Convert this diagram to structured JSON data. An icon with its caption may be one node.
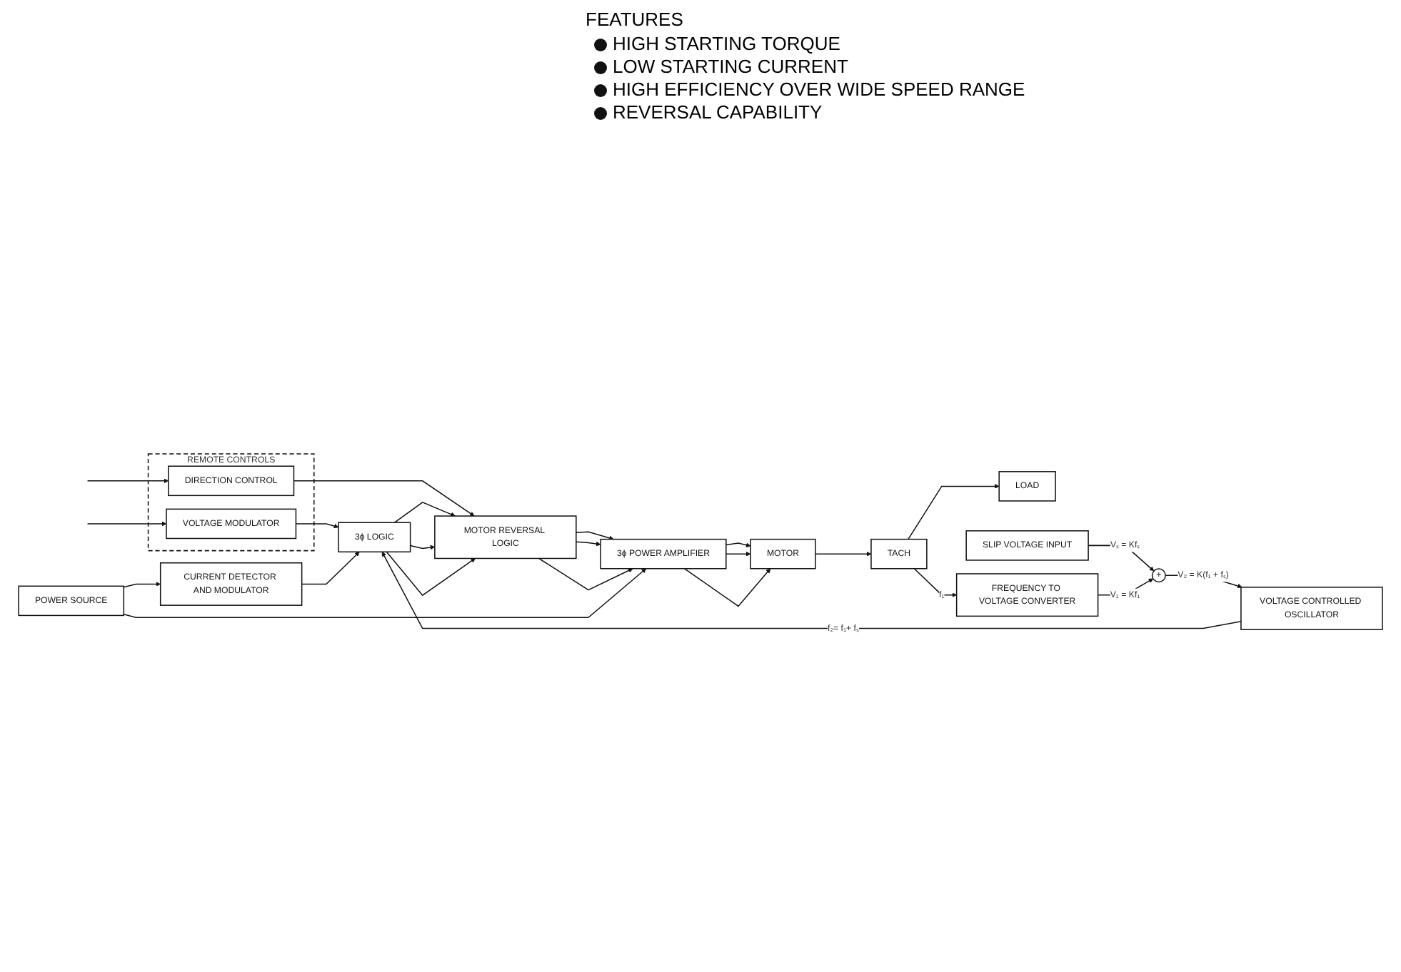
{
  "diagram": {
    "title": "FEATURES",
    "nodes": [
      {
        "text": [
          "REMOTE CONTROLS"
        ]
      },
      {
        "text": [
          "VOLTAGE MODULATOR"
        ],
        "in": 0
      },
      {
        "text": [
          "DIRECTION CONTROL"
        ],
        "in": 0
      },
      {
        "text": [
          "VOLTAGE CONTROLLED OSCILLATOR"
        ]
      },
      {
        "text": [
          "3ϕ LOGIC"
        ]
      },
      {
        "text": [
          "MOTOR REVERSAL LOGIC"
        ]
      },
      {
        "text": [
          "3ϕ POWER AMPLIFIER"
        ]
      },
      {
        "text": [
          "MOTOR"
        ]
      },
      {
        "text": [
          "TACH"
        ]
      },
      {
        "text": [
          "LOAD"
        ]
      },
      {
        "text": [
          "SLIP VOLTAGE INPUT"
        ]
      },
      {
        "text": [
          "+"
        ]
      },
      {
        "text": [
          "CURRENT DETECTOR AND MODULATOR"
        ]
      },
      {
        "text": [
          "POWER SOURCE"
        ]
      },
      {
        "text": [
          "FREQUENCY TO VOLTAGE CONVERTER"
        ]
      }
    ],
    "edges": [
      {
        "from": null,
        "to": 1,
        "arrow": "to"
      },
      {
        "from": null,
        "to": 2,
        "arrow": "to"
      },
      {
        "from": 1,
        "to": 4,
        "arrow": "to"
      },
      {
        "from": 2,
        "to": 5,
        "arrow": "to"
      },
      {
        "from": 3,
        "to": 4,
        "arrow": "to",
        "label": "f₂= f₁+ fₛ"
      },
      {
        "from": 4,
        "to": 5,
        "arrow": "to"
      },
      {
        "from": 4,
        "to": 5,
        "arrow": "to"
      },
      {
        "from": 4,
        "to": 5,
        "arrow": "to"
      },
      {
        "from": 5,
        "to": 6,
        "arrow": "to"
      },
      {
        "from": 5,
        "to": 6,
        "arrow": "to"
      },
      {
        "from": 5,
        "to": 6,
        "arrow": "to"
      },
      {
        "from": 6,
        "to": 7,
        "arrow": "to"
      },
      {
        "from": 6,
        "to": 7,
        "arrow": "to"
      },
      {
        "from": 6,
        "to": 7,
        "arrow": "to"
      },
      {
        "from": 7,
        "to": 8,
        "arrow": "to"
      },
      {
        "from": 8,
        "to": 9,
        "arrow": "to"
      },
      {
        "from": 11,
        "to": 3,
        "arrow": "to",
        "label": "V₂ = K(f₁ + fₛ)"
      },
      {
        "from": 10,
        "to": 11,
        "arrow": "to",
        "label": "Vₛ = Kfₛ"
      },
      {
        "from": 14,
        "to": 11,
        "arrow": "to",
        "label": "V₁ = Kf₁"
      },
      {
        "from": 8,
        "to": 14,
        "arrow": "to",
        "label": "f₁"
      },
      {
        "from": 12,
        "to": 4,
        "arrow": "to"
      },
      {
        "from": 13,
        "to": 6,
        "arrow": "to"
      },
      {
        "from": 13,
        "to": 12,
        "arrow": "to"
      }
    ],
    "labels": [
      "HIGH STARTING TORQUE",
      "LOW STARTING CURRENT",
      "HIGH EFFICIENCY OVER WIDE SPEED RANGE",
      "REVERSAL CAPABILITY"
    ]
  }
}
